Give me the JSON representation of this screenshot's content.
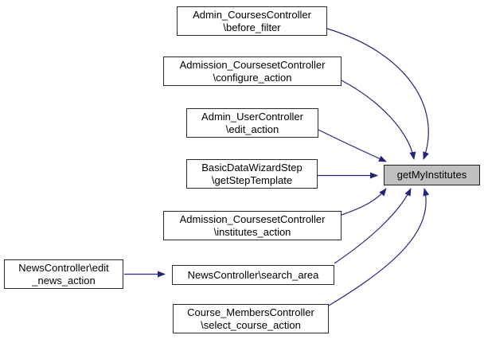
{
  "diagram": {
    "type": "caller-graph",
    "target_function": "getMyInstitutes",
    "colors": {
      "edge": "#24247c",
      "node_fill": "#ffffff",
      "node_border": "#2a2a2a",
      "target_node_fill": "#bfbfbf",
      "text": "#000000",
      "background": "#ffffff"
    },
    "nodes": [
      {
        "id": "admin-courses-before-filter",
        "label": "Admin_CoursesController\n\\before_filter"
      },
      {
        "id": "admission-courseset-configure-action",
        "label": "Admission_CoursesetController\n\\configure_action"
      },
      {
        "id": "admin-user-edit-action",
        "label": "Admin_UserController\n\\edit_action"
      },
      {
        "id": "basicdata-wizardstep-getsteptemplate",
        "label": "BasicDataWizardStep\n\\getStepTemplate"
      },
      {
        "id": "admission-courseset-institutes-action",
        "label": "Admission_CoursesetController\n\\institutes_action"
      },
      {
        "id": "news-search-area",
        "label": "NewsController\\search_area"
      },
      {
        "id": "course-members-select-course-action",
        "label": "Course_MembersController\n\\select_course_action"
      },
      {
        "id": "news-edit-news-action",
        "label": "NewsController\\edit\n_news_action"
      },
      {
        "id": "getmyinstitutes",
        "label": "getMyInstitutes"
      }
    ],
    "edges": [
      {
        "from": "Admin_CoursesController\\before_filter",
        "to": "getMyInstitutes"
      },
      {
        "from": "Admission_CoursesetController\\configure_action",
        "to": "getMyInstitutes"
      },
      {
        "from": "Admin_UserController\\edit_action",
        "to": "getMyInstitutes"
      },
      {
        "from": "BasicDataWizardStep\\getStepTemplate",
        "to": "getMyInstitutes"
      },
      {
        "from": "Admission_CoursesetController\\institutes_action",
        "to": "getMyInstitutes"
      },
      {
        "from": "NewsController\\search_area",
        "to": "getMyInstitutes"
      },
      {
        "from": "Course_MembersController\\select_course_action",
        "to": "getMyInstitutes"
      },
      {
        "from": "NewsController\\edit_news_action",
        "to": "NewsController\\search_area"
      }
    ]
  }
}
